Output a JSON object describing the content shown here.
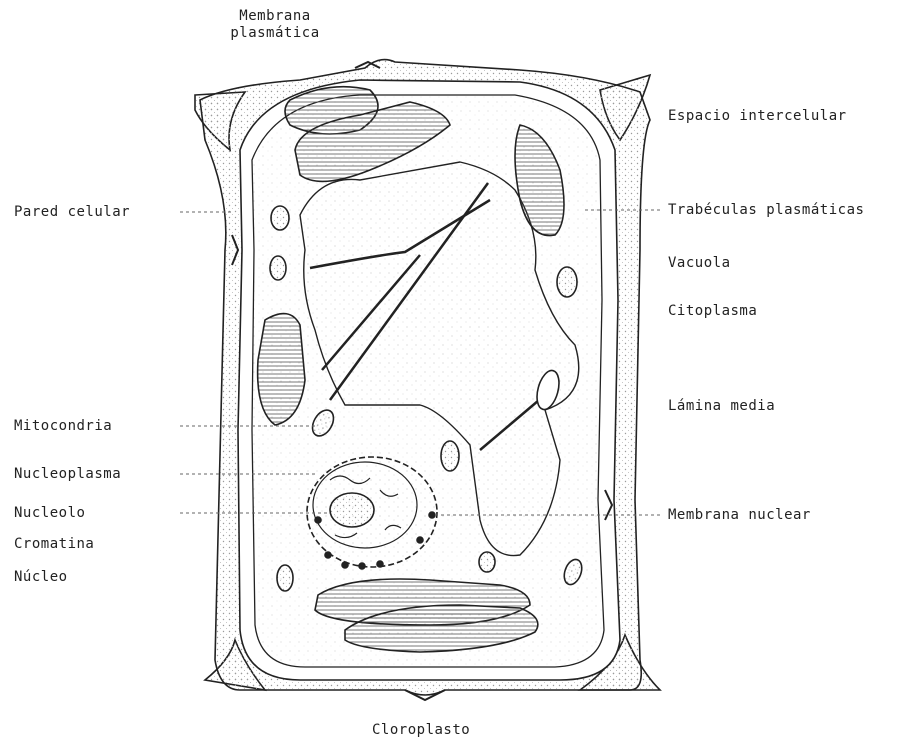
{
  "labels": {
    "membrana_plasmatica": "Membrana plasmática",
    "espacio_intercelular": "Espacio intercelular",
    "pared_celular": "Pared celular",
    "trabeculas": "Trabéculas plasmáticas",
    "vacuola": "Vacuola",
    "citoplasma": "Citoplasma",
    "mitocondria": "Mitocondria",
    "lamina_media": "Lámina media",
    "nucleoplasma": "Nucleoplasma",
    "nucleolo": "Nucleolo",
    "membrana_nuclear": "Membrana nuclear",
    "cromatina": "Cromatina",
    "nucleo": "Núcleo",
    "cloroplasto": "Cloroplasto"
  },
  "colors": {
    "line": "#222222",
    "stipple": "#9a9a9a",
    "background": "#ffffff"
  }
}
